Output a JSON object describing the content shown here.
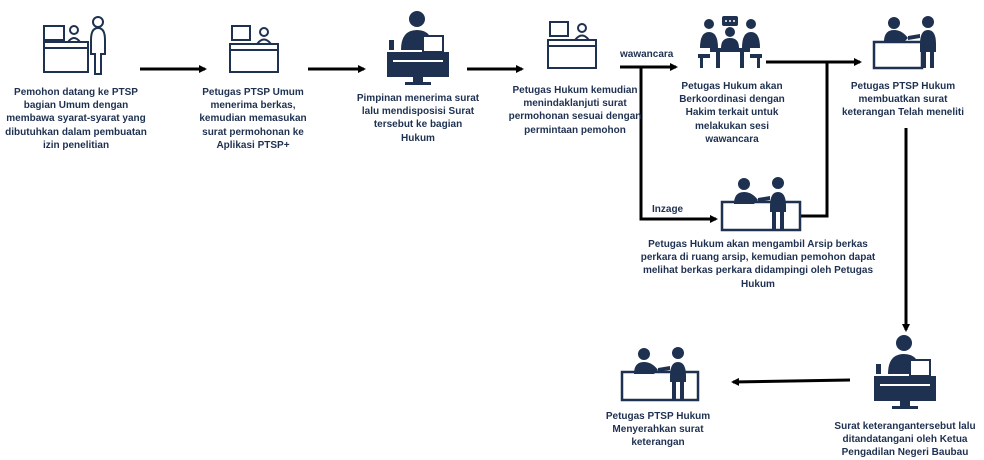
{
  "steps": {
    "s1": "Pemohon datang ke PTSP bagian Umum dengan membawa syarat-syarat yang dibutuhkan dalam pembuatan izin penelitian",
    "s2": "Petugas PTSP Umum menerima berkas, kemudian memasukan surat permohonan ke Aplikasi PTSP+",
    "s3": "Pimpinan menerima surat lalu mendisposisi Surat tersebut ke bagian Hukum",
    "s4": "Petugas Hukum kemudian menindaklanjuti surat permohonan sesuai dengan permintaan pemohon",
    "s5": "Petugas Hukum akan Berkoordinasi dengan Hakim terkait untuk melakukan sesi wawancara",
    "s6": "Petugas PTSP Hukum membuatkan surat keterangan Telah meneliti",
    "s7": "Petugas Hukum akan mengambil Arsip berkas perkara di ruang arsip, kemudian pemohon dapat melihat berkas perkara didampingi oleh Petugas Hukum",
    "s8": "Surat keterangantersebut lalu ditandatangani oleh Ketua Pengadilan Negeri Baubau",
    "s9": "Petugas PTSP Hukum Menyerahkan surat keterangan"
  },
  "edge_labels": {
    "wawancara": "wawancara",
    "inzage": "Inzage"
  },
  "colors": {
    "primary": "#1f3151",
    "background": "#ffffff"
  },
  "icons": {
    "s1": "front-desk-visitor-icon",
    "s2": "front-desk-clerk-icon",
    "s3": "manager-at-desk-icon",
    "s4": "front-desk-clerk-icon",
    "s5": "meeting-table-icon",
    "s6": "counter-service-icon",
    "s7": "counter-service-icon",
    "s8": "manager-at-desk-icon",
    "s9": "counter-service-icon"
  }
}
